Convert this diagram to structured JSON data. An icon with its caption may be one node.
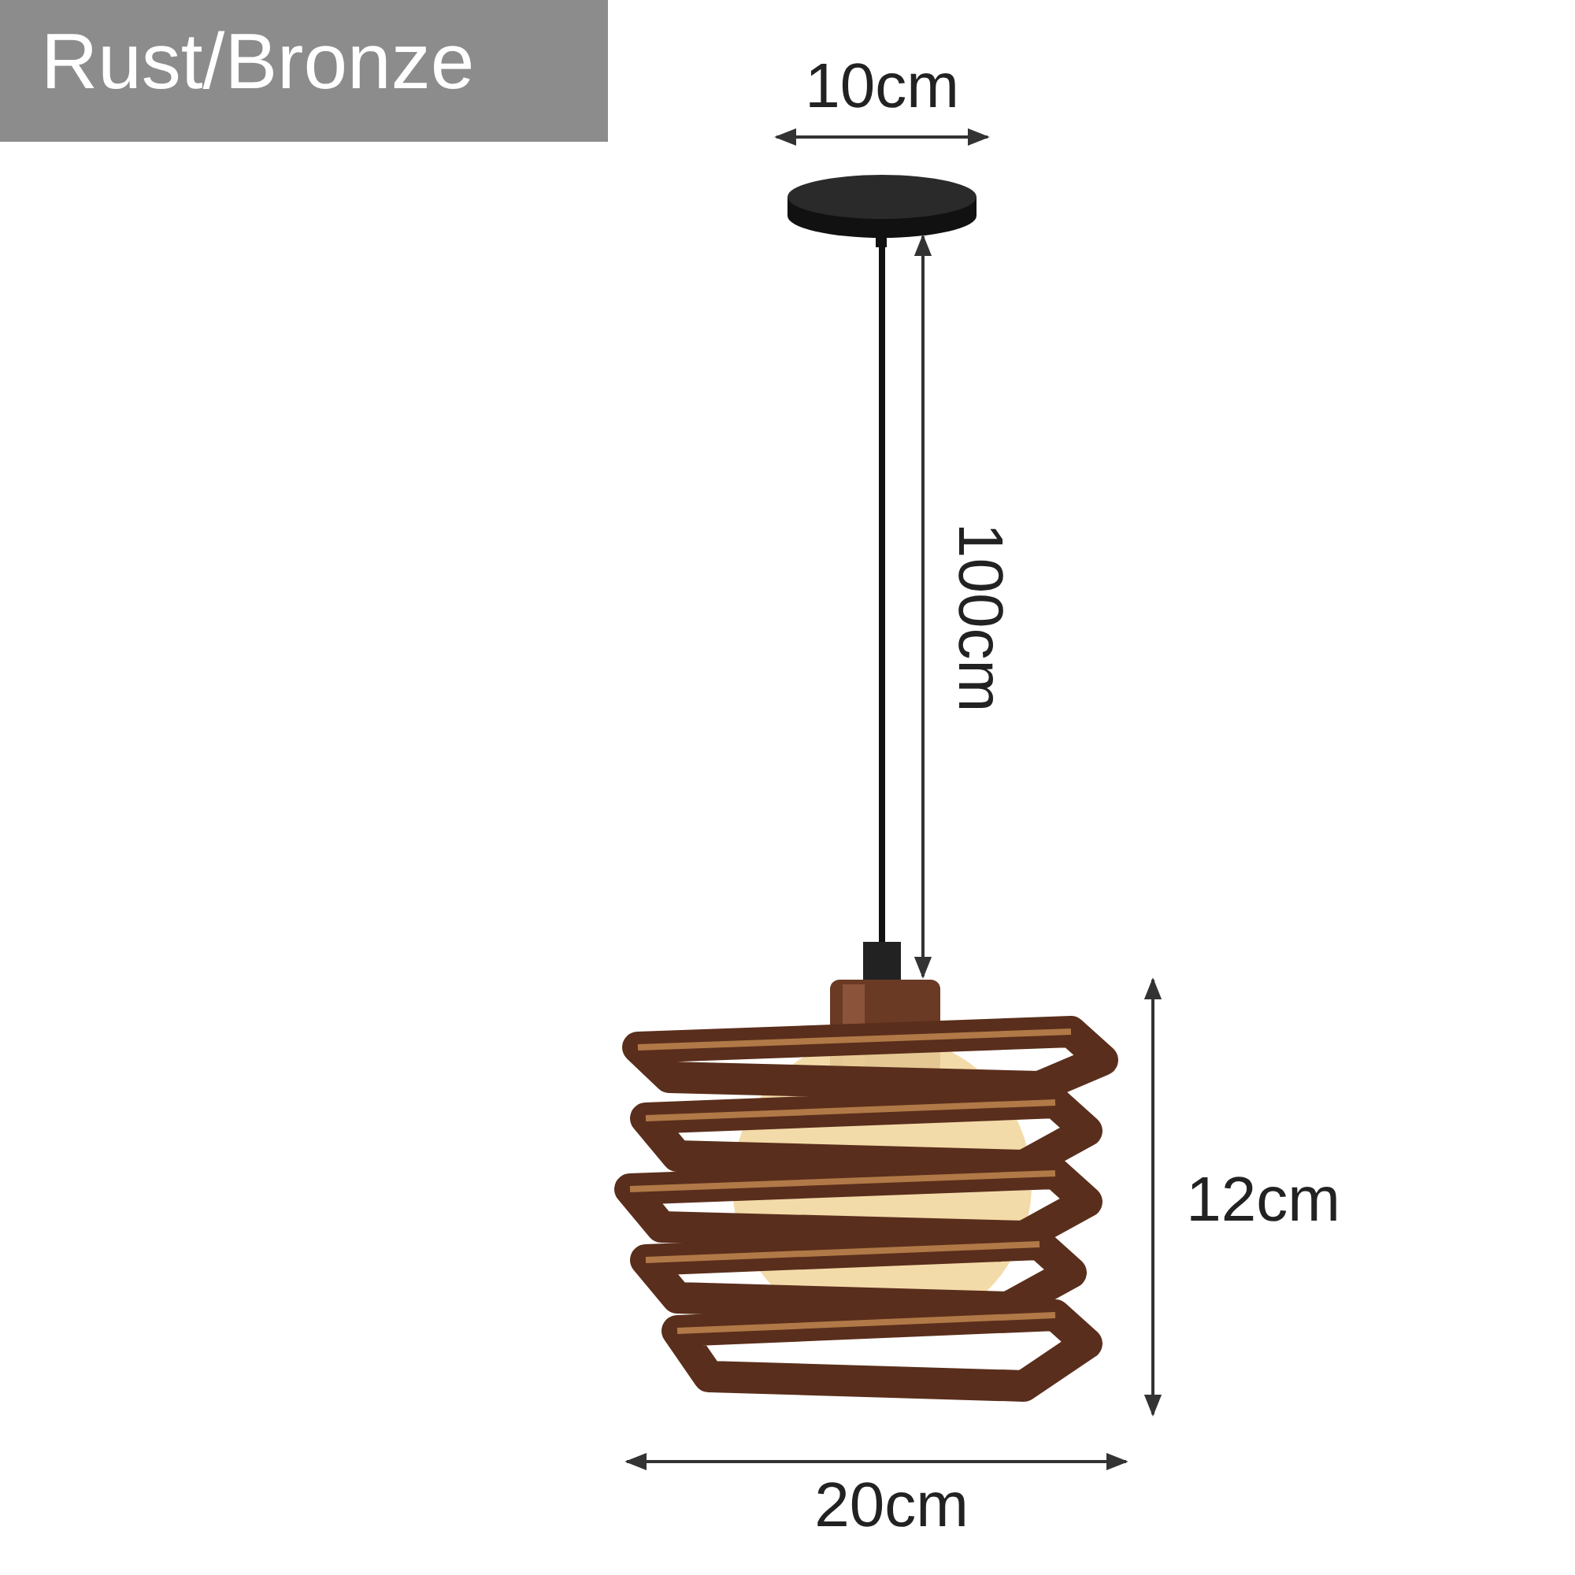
{
  "diagram": {
    "nodes": [
      {
        "text": [
          "Rust/Bronze"
        ]
      }
    ],
    "labels": [
      "10cm",
      "100cm",
      "12cm",
      "20cm"
    ]
  }
}
